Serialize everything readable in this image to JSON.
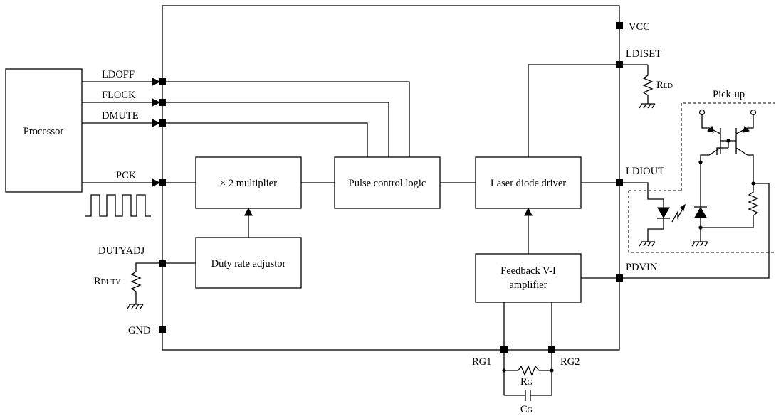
{
  "blocks": {
    "processor": "Processor",
    "multiplier": "× 2 multiplier",
    "pulse_logic": "Pulse control logic",
    "ld_driver": "Laser diode driver",
    "duty_adjustor": "Duty rate adjustor",
    "feedback_line1": "Feedback V-I",
    "feedback_line2": "amplifier"
  },
  "pins": {
    "vcc": "VCC",
    "ldiset": "LDISET",
    "ldoff": "LDOFF",
    "flock": "FLOCK",
    "dmute": "DMUTE",
    "pck": "PCK",
    "dutyadj": "DUTYADJ",
    "gnd": "GND",
    "ldiout": "LDIOUT",
    "pdvin": "PDVIN",
    "rg1": "RG1",
    "rg2": "RG2"
  },
  "components": {
    "rld_main": "R",
    "rld_sub": "LD",
    "rduty_main": "R",
    "rduty_sub": "DUTY",
    "rg_main": "R",
    "rg_sub": "G",
    "cg_main": "C",
    "cg_sub": "G"
  },
  "pickup": "Pick-up"
}
